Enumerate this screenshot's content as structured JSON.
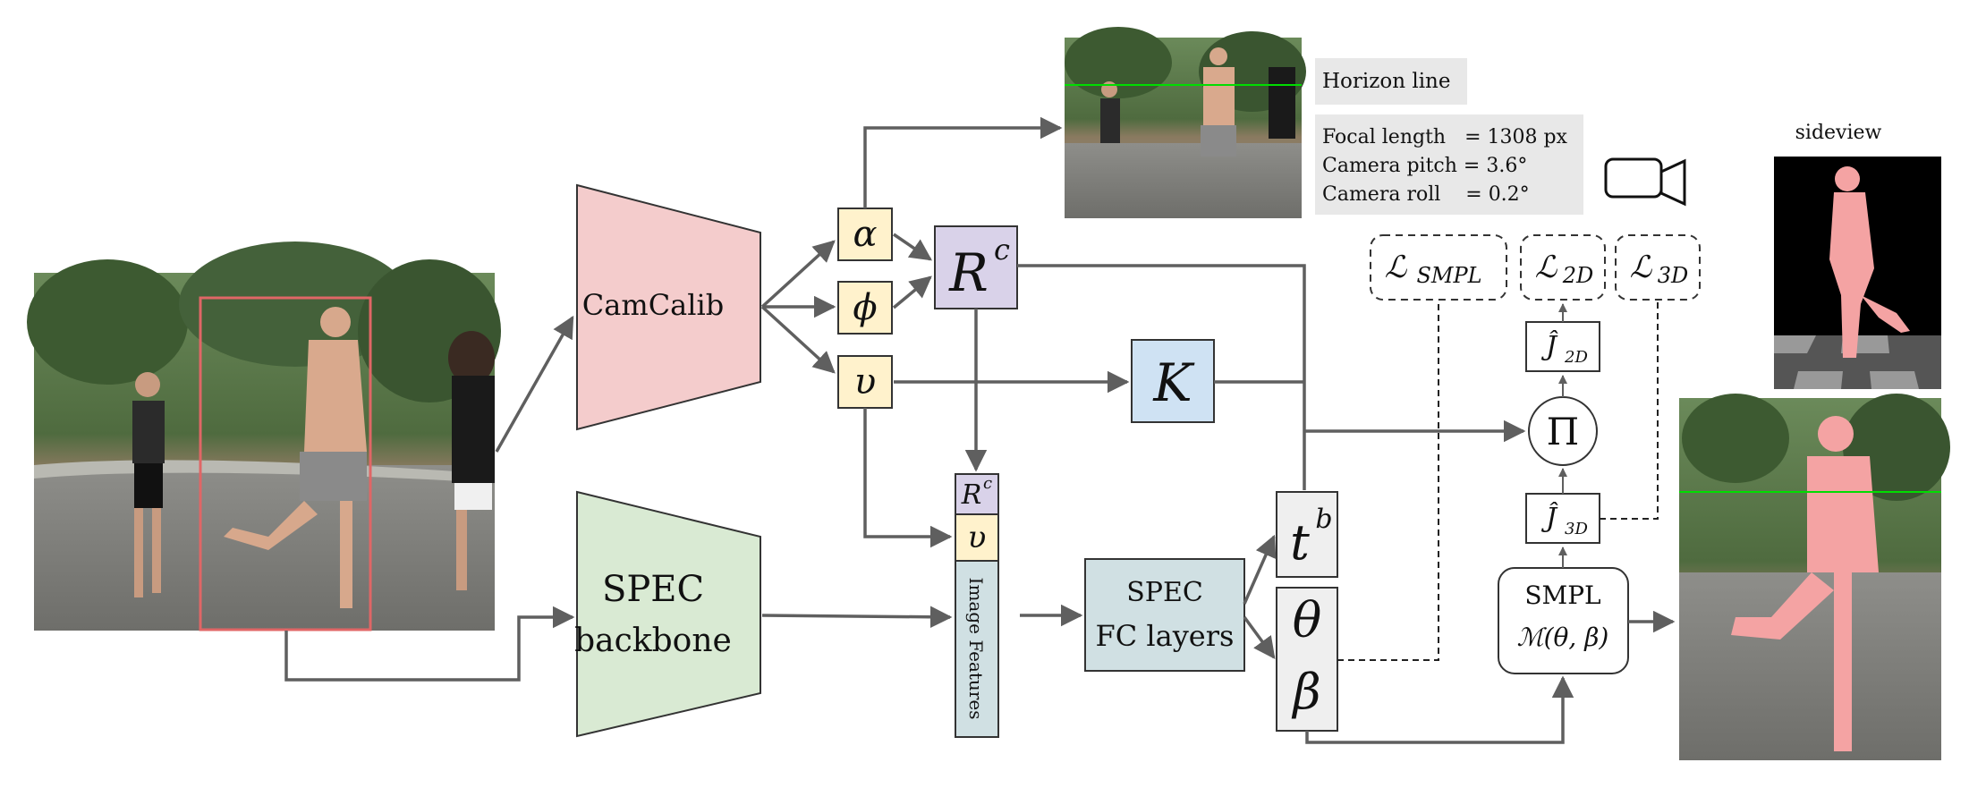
{
  "blocks": {
    "camcalib": "CamCalib",
    "spec_backbone_1": "SPEC",
    "spec_backbone_2": "backbone",
    "spec_fc_1": "SPEC",
    "spec_fc_2": "FC layers",
    "smpl_1": "SMPL",
    "smpl_2": "ℳ(θ, β)",
    "projection": "Π"
  },
  "camera_params": {
    "alpha": "α",
    "phi": "ϕ",
    "upsilon": "υ",
    "rotation_base": "R",
    "rotation_sup": "c",
    "intrinsics": "K"
  },
  "feature_stack": {
    "rotation_base": "R",
    "rotation_sup": "c",
    "upsilon": "υ",
    "features": "Image Features"
  },
  "outputs": {
    "translation_base": "t",
    "translation_sup": "b",
    "theta": "θ",
    "beta": "β"
  },
  "losses": {
    "l_smpl": "ℒ",
    "l_smpl_sub": "SMPL",
    "l_2d": "ℒ",
    "l_2d_sub": "2D",
    "l_3d": "ℒ",
    "l_3d_sub": "3D"
  },
  "joints": {
    "j2d": "Ĵ",
    "j2d_sub": "2D",
    "j3d": "Ĵ",
    "j3d_sub": "3D"
  },
  "calibration_panel": {
    "horizon_label": "Horizon line",
    "focal": "Focal length   = 1308 px",
    "pitch": "Camera pitch = 3.6°",
    "roll": "Camera roll    = 0.2°"
  },
  "sideview_label": "sideview",
  "colors": {
    "camcalib_fill": "#f4cccc",
    "backbone_fill": "#d9ead3",
    "param_fill": "#fff2cc",
    "rotation_fill": "#d9d2e9",
    "k_fill": "#cfe2f3",
    "fc_fill": "#d0e0e3",
    "output_fill": "#efefef",
    "arrow": "#5f5f5f",
    "bbox": "#e06666",
    "horizon": "#00dd00",
    "mesh": "#f4a3a3"
  },
  "icons": {
    "camera": "camera-icon"
  }
}
